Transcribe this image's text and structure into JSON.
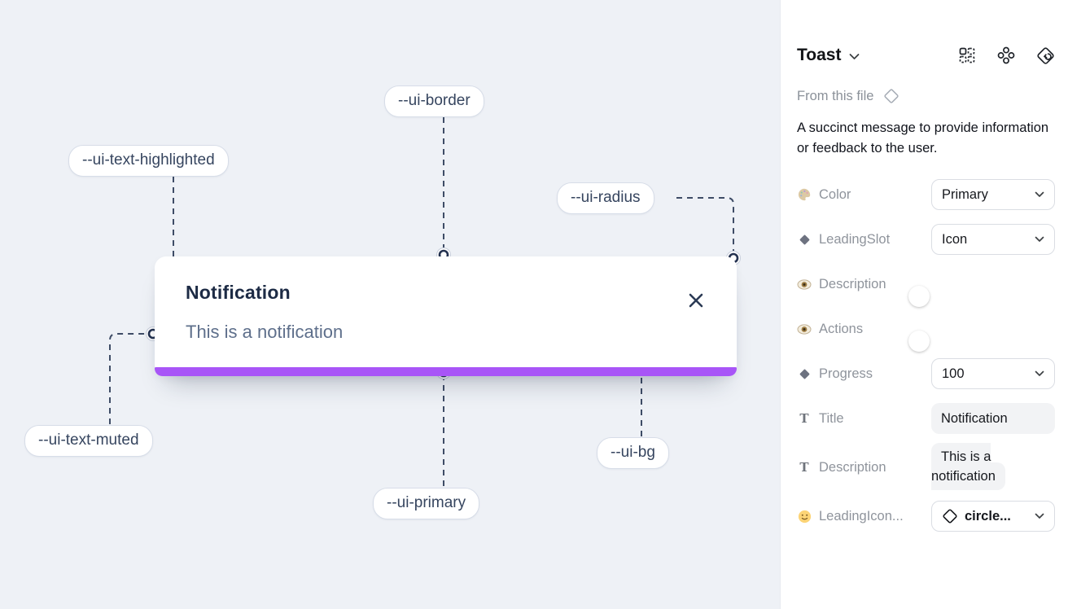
{
  "canvas": {
    "toast": {
      "title": "Notification",
      "description": "This is a notification"
    },
    "labels": [
      {
        "id": "ui-border",
        "text": "--ui-border"
      },
      {
        "id": "ui-text-highlighted",
        "text": "--ui-text-highlighted"
      },
      {
        "id": "ui-radius",
        "text": "--ui-radius"
      },
      {
        "id": "ui-text-muted",
        "text": "--ui-text-muted"
      },
      {
        "id": "ui-primary",
        "text": "--ui-primary"
      },
      {
        "id": "ui-bg",
        "text": "--ui-bg"
      }
    ]
  },
  "panel": {
    "title": "Toast",
    "source": "From this file",
    "description": "A succinct message to provide information or feedback to the user.",
    "header_icons": [
      "variants-grid-icon",
      "component-cluster-icon",
      "swap-instance-icon"
    ],
    "properties": [
      {
        "icon": "palette-icon",
        "label": "Color",
        "control": "select",
        "value": "Primary"
      },
      {
        "icon": "diamond-icon",
        "label": "LeadingSlot",
        "control": "select",
        "value": "Icon"
      },
      {
        "icon": "eye-icon",
        "label": "Description",
        "control": "toggle",
        "value": true
      },
      {
        "icon": "eye-icon",
        "label": "Actions",
        "control": "toggle",
        "value": true
      },
      {
        "icon": "diamond-icon",
        "label": "Progress",
        "control": "select",
        "value": "100"
      },
      {
        "icon": "text-icon",
        "label": "Title",
        "control": "text",
        "value": "Notification"
      },
      {
        "icon": "text-icon",
        "label": "Description",
        "control": "text",
        "value": "This is a notification"
      },
      {
        "icon": "smiley-icon",
        "label": "LeadingIcon...",
        "control": "select-icon",
        "value": "circle..."
      }
    ]
  },
  "colors": {
    "primary_purple": "#a855f7",
    "toggle_blue": "#2b9ff6",
    "canvas_bg": "#eef1f6",
    "wire": "#3e4c66"
  }
}
